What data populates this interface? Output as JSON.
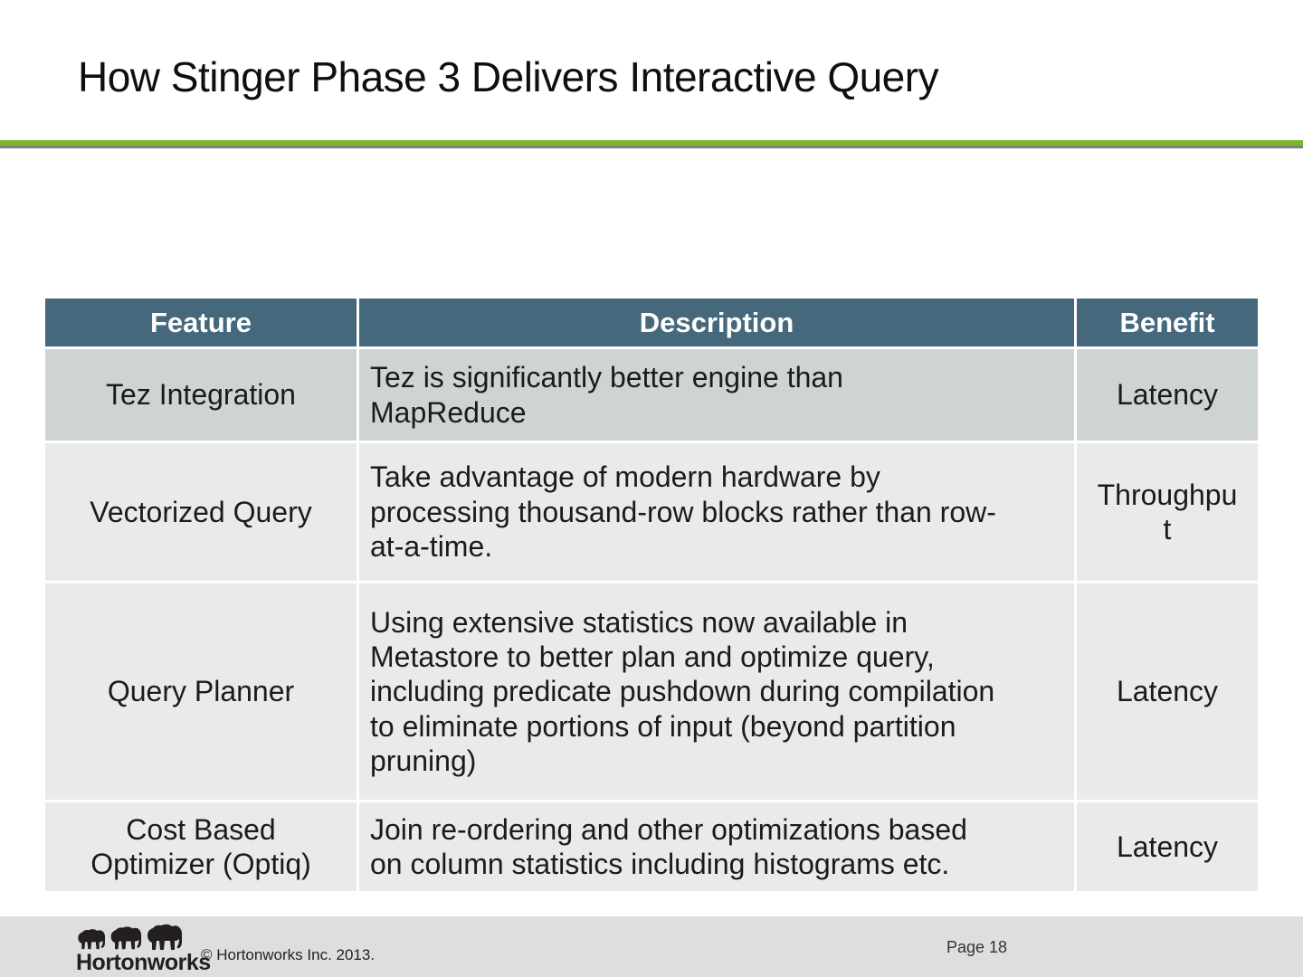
{
  "slide": {
    "title": "How Stinger Phase 3 Delivers Interactive Query"
  },
  "colors": {
    "header-bg": "#45687c",
    "row-first-bg": "#ced3d4",
    "row-bg": "#e9eaeb",
    "footer-bg": "#dcdee0",
    "accent-green": "#76b82a",
    "divider-gray": "#7f7f7f",
    "text": "#1b1b1b",
    "logo-ink": "#231f20"
  },
  "table": {
    "columns": [
      "Feature",
      "Description",
      "Benefit"
    ],
    "rows": [
      {
        "feature": "Tez Integration",
        "description": "Tez is significantly better engine than MapReduce",
        "benefit": "Latency"
      },
      {
        "feature": "Vectorized Query",
        "description": "Take advantage of modern hardware by processing thousand-row blocks rather than row-at-a-time.",
        "benefit": "Throughput"
      },
      {
        "feature": "Query Planner",
        "description": "Using extensive statistics now available in Metastore to better plan and optimize query, including predicate pushdown during compilation to eliminate portions of input (beyond partition pruning)",
        "benefit": "Latency"
      },
      {
        "feature": "Cost Based Optimizer (Optiq)",
        "description": "Join re-ordering and other optimizations based on column statistics including histograms etc.",
        "benefit": "Latency"
      }
    ]
  },
  "footer": {
    "logo_text": "Hortonworks",
    "copyright": "© Hortonworks Inc. 2013.",
    "page_label": "Page 18"
  }
}
